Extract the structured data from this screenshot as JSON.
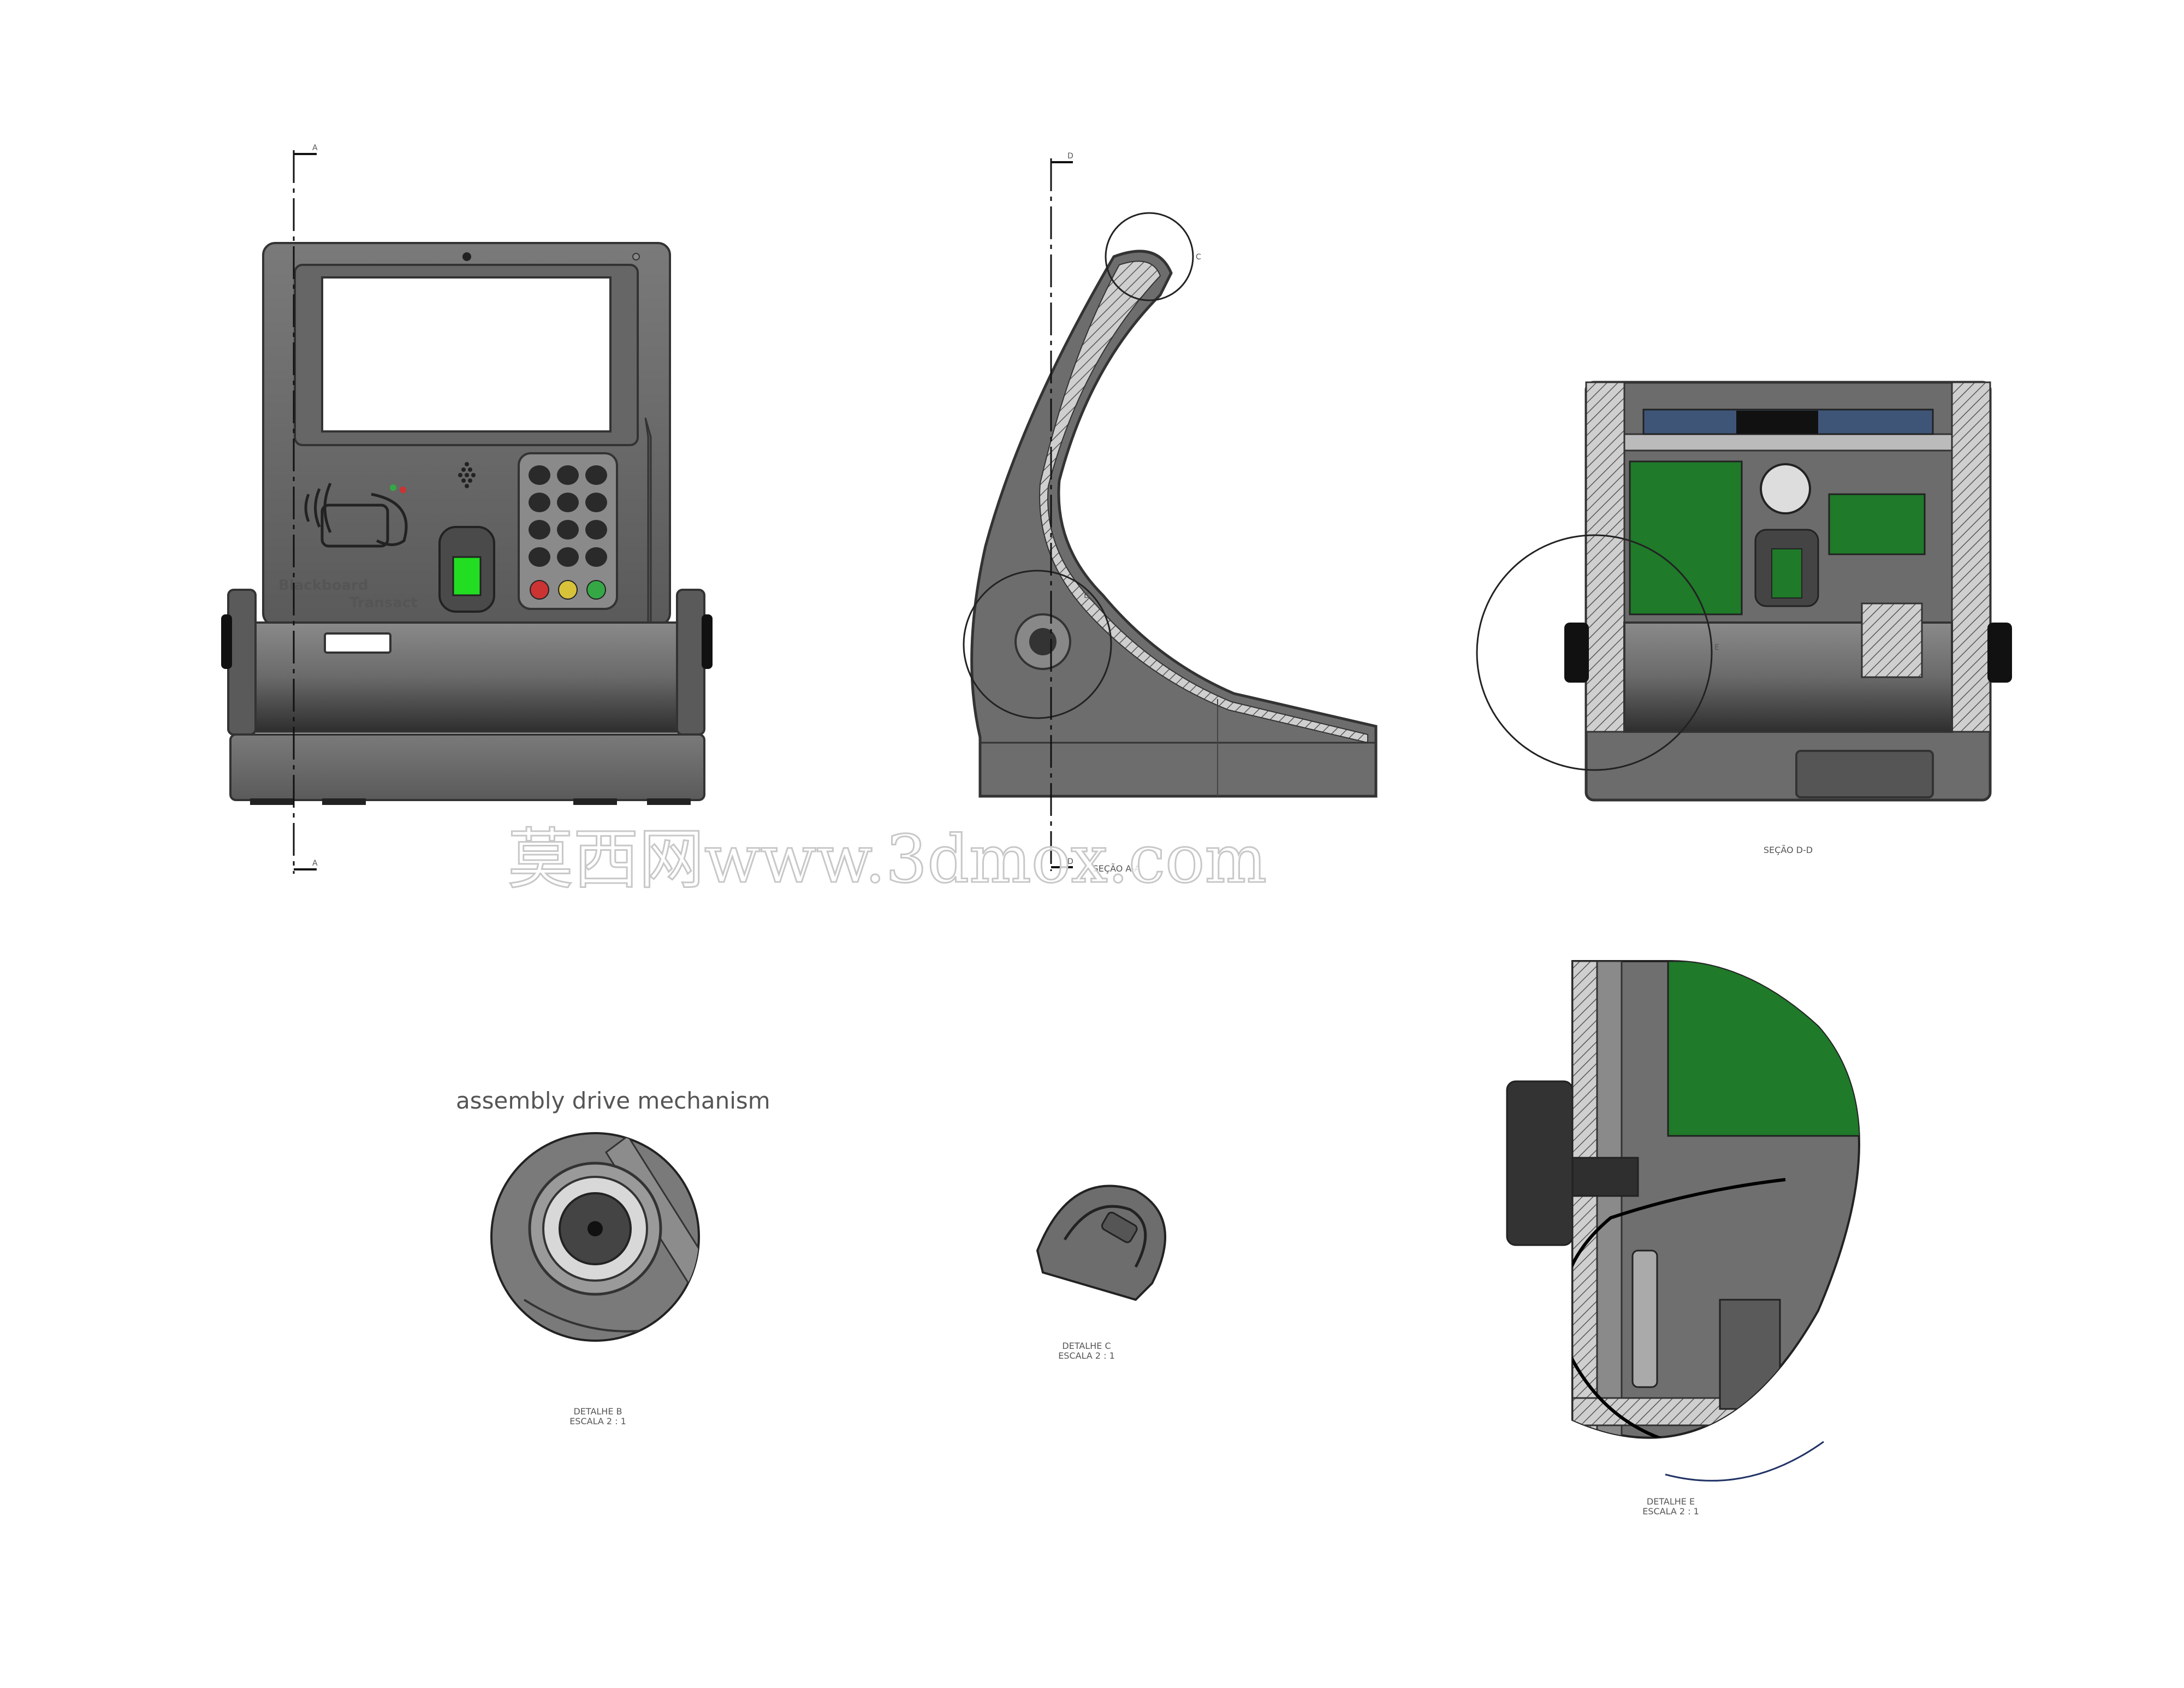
{
  "drawing": {
    "front_view": {
      "brand_line1": "Blackboard",
      "brand_line2": "Transact",
      "section_marker": "A"
    },
    "side_view": {
      "section_marker": "D",
      "detail_b_marker": "B",
      "detail_c_marker": "C",
      "caption": "SEÇÃO A-A"
    },
    "section_view": {
      "detail_e_marker": "E",
      "caption": "SEÇÃO D-D"
    },
    "heading": "assembly drive mechanism",
    "detail_b": {
      "title": "DETALHE B",
      "scale": "ESCALA 2 : 1"
    },
    "detail_c": {
      "title": "DETALHE C",
      "scale": "ESCALA 2 : 1"
    },
    "detail_e": {
      "title": "DETALHE E",
      "scale": "ESCALA 2 : 1"
    },
    "watermark": "莫西网www.3dmox.com",
    "colors": {
      "body": "#6b6b6b",
      "body_dark": "#3f3f3f",
      "pcb": "#1f7a2a",
      "fingerprint": "#22dd22",
      "key_cancel": "#cc3333",
      "key_clear": "#d8c23a",
      "key_enter": "#35a845"
    }
  }
}
